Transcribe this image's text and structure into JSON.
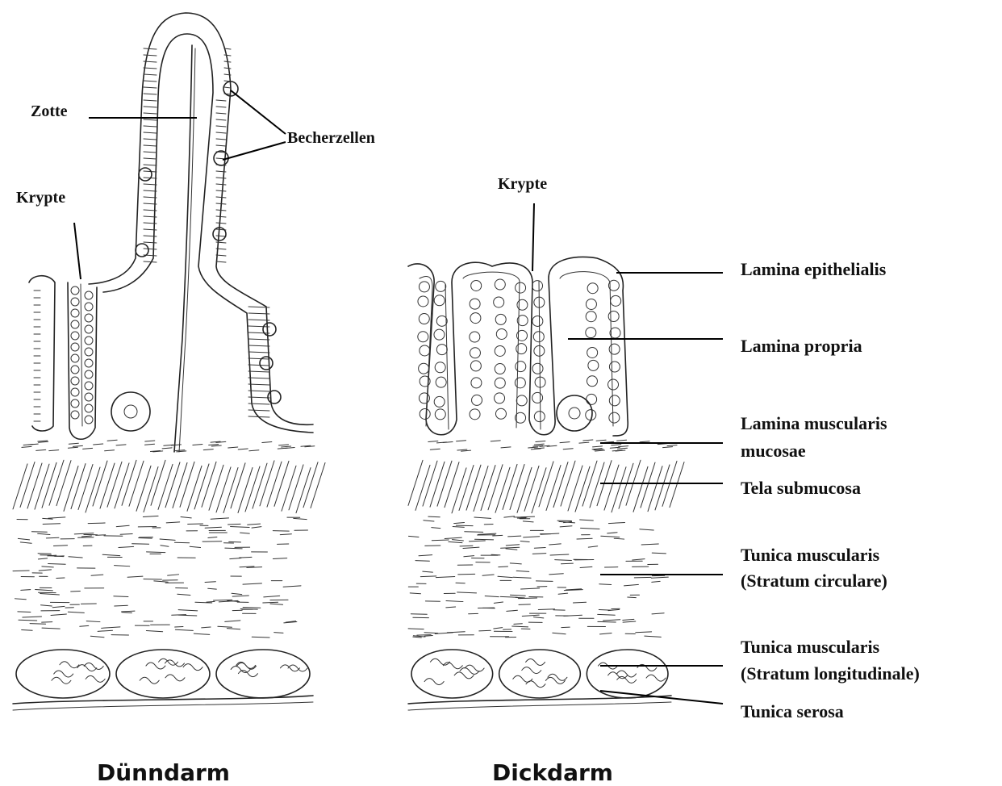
{
  "labels": {
    "zotte": "Zotte",
    "becherzellen": "Becherzellen",
    "krypte_left": "Krypte",
    "krypte_right": "Krypte",
    "lamina_epithelialis": "Lamina epithelialis",
    "lamina_propria": "Lamina propria",
    "lamina_muscularis_1": "Lamina muscularis",
    "lamina_muscularis_2": "mucosae",
    "tela_submucosa": "Tela submucosa",
    "tunica_circ_1": "Tunica muscularis",
    "tunica_circ_2": "(Stratum circulare)",
    "tunica_long_1": "Tunica muscularis",
    "tunica_long_2": "(Stratum longitudinale)",
    "tunica_serosa": "Tunica serosa"
  },
  "captions": {
    "left": "Dünndarm",
    "right": "Dickdarm"
  },
  "colors": {
    "ink": "#222222",
    "background": "#ffffff"
  }
}
